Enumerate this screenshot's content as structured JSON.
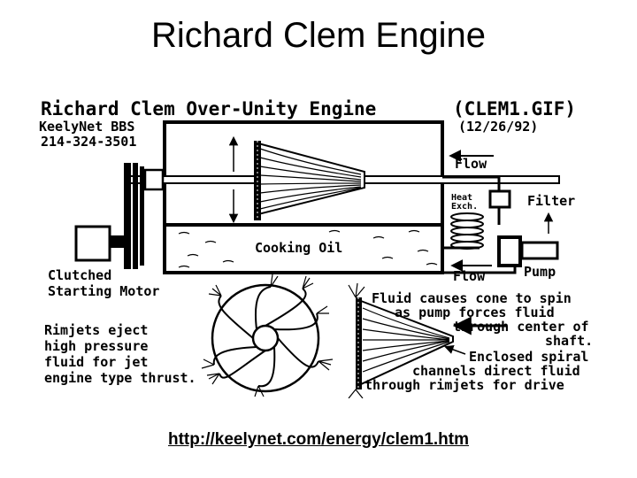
{
  "slide": {
    "title": "Richard Clem Engine",
    "link": "http://keelynet.com/energy/clem1.htm"
  },
  "diagram": {
    "heading": "Richard Clem Over-Unity Engine",
    "file_ref": "(CLEM1.GIF)",
    "date": "(12/26/92)",
    "source_line1": "KeelyNet BBS",
    "source_line2": "214-324-3501",
    "labels": {
      "flow_top": "Flow",
      "heat_exch_1": "Heat",
      "heat_exch_2": "Exch.",
      "filter": "Filter",
      "cooking_oil": "Cooking Oil",
      "flow_bottom": "Flow",
      "pump": "Pump",
      "clutch_1": "Clutched",
      "clutch_2": "Starting Motor",
      "rimjets_1": "Rimjets eject",
      "rimjets_2": "high pressure",
      "rimjets_3": "fluid for jet",
      "rimjets_4": "engine type thrust.",
      "cone_1": "Fluid causes cone to spin",
      "cone_2": "as pump forces fluid",
      "cone_3": "through center of",
      "cone_4": "shaft.",
      "spiral_1": "Enclosed spiral",
      "spiral_2": "channels direct fluid",
      "spiral_3": "through rimjets for drive"
    }
  },
  "colors": {
    "ink": "#000000",
    "background": "#ffffff"
  }
}
